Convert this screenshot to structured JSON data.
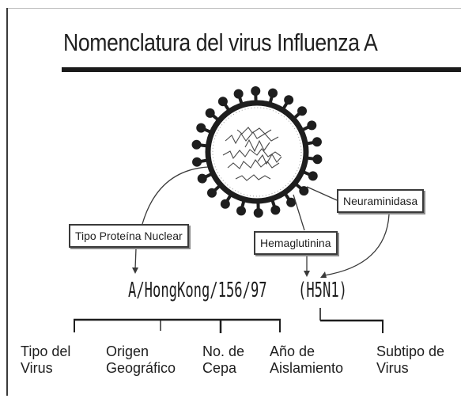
{
  "title": "Nomenclatura del virus Influenza A",
  "boxes": {
    "nuclear_protein": "Tipo Proteína Nuclear",
    "hemagglutinin": "Hemaglutinina",
    "neuraminidase": "Neuraminidasa"
  },
  "strain": {
    "name": "A/HongKong/156/97",
    "subtype": "(H5N1)"
  },
  "labels": {
    "virus_type": [
      "Tipo del",
      "Virus"
    ],
    "origin": [
      "Origen",
      "Geográfico"
    ],
    "strain_number": [
      "No. de",
      "Cepa"
    ],
    "isolation_year": [
      "Año de",
      "Aislamiento"
    ],
    "subtype": [
      "Subtipo de",
      "Virus"
    ]
  }
}
